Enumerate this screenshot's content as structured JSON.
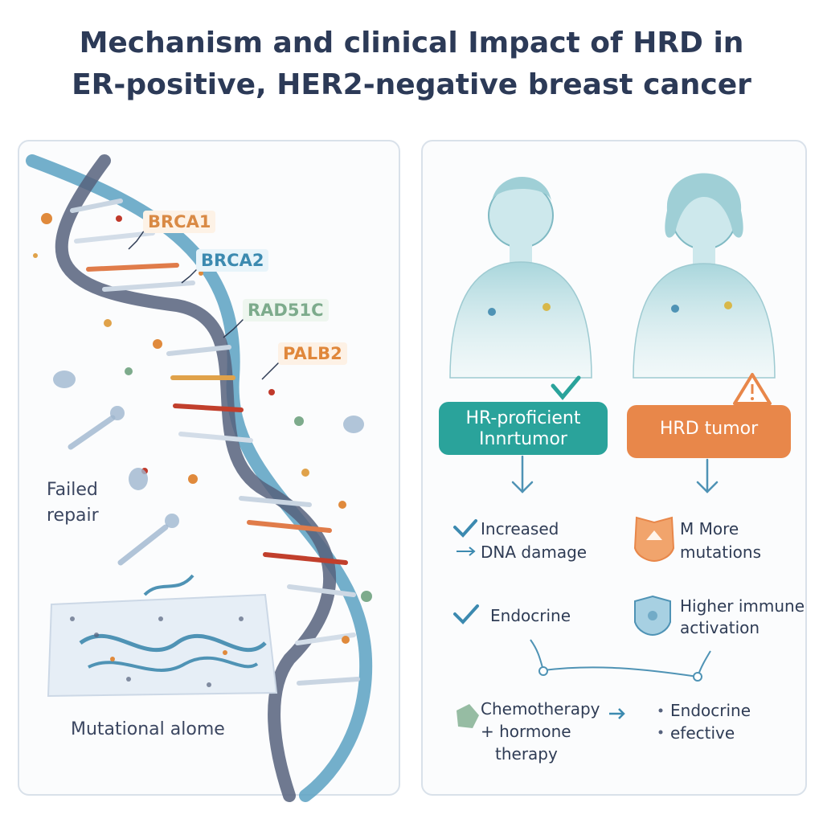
{
  "title": {
    "line1": "Mechanism and clinical Impact of HRD in",
    "line2": "ER-positive, HER2-negative breast cancer"
  },
  "left_panel": {
    "genes": [
      "BRCA1",
      "BRCA2",
      "RAD51C",
      "PALB2"
    ],
    "failed_repair": "Failed repair",
    "mutational": "Mutational alome"
  },
  "right_panel": {
    "hr_box": {
      "line1": "HR-proficient",
      "line2": "Innrtumor"
    },
    "hrd_box": "HRD tumor",
    "hr_items": {
      "increased": "Increased",
      "dna_damage": "DNA damage",
      "endocrine": "Endocrine",
      "chemo_1": "Chemotherapy",
      "chemo_2": "+ hormone",
      "chemo_3": "therapy"
    },
    "hrd_items": {
      "more": "M More",
      "mutations": "mutations",
      "immune_1": "Higher immune",
      "immune_2": "activation",
      "endocrine_1": "Endocrine",
      "endocrine_2": "efective"
    }
  },
  "colors": {
    "teal": "#2aa39b",
    "orange": "#e8874a",
    "navy": "#2c3a57",
    "helix_blue": "#4f93b5",
    "helix_slate": "#56627d"
  }
}
